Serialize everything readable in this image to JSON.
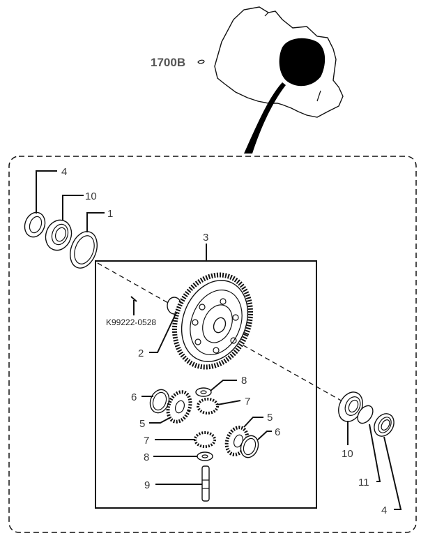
{
  "diagram": {
    "type": "exploded-parts-diagram",
    "assembly_reference": "1700B",
    "inner_box_label": "3",
    "part_labels": [
      {
        "id": "4",
        "part": "oil-seal-left"
      },
      {
        "id": "10",
        "part": "bearing-left"
      },
      {
        "id": "1",
        "part": "ring-left"
      },
      {
        "id": "3",
        "part": "differential-assembly"
      },
      {
        "id": "2",
        "part": "differential-gear-case"
      },
      {
        "id": "8",
        "part": "washer-upper"
      },
      {
        "id": "6",
        "part": "thrust-washer-left"
      },
      {
        "id": "7",
        "part": "pinion-upper"
      },
      {
        "id": "5",
        "part": "side-gear-left"
      },
      {
        "id": "5",
        "part": "side-gear-right"
      },
      {
        "id": "6",
        "part": "thrust-washer-right"
      },
      {
        "id": "7",
        "part": "pinion-lower"
      },
      {
        "id": "8",
        "part": "washer-lower"
      },
      {
        "id": "9",
        "part": "pinion-shaft"
      },
      {
        "id": "10",
        "part": "bearing-right"
      },
      {
        "id": "11",
        "part": "snap-ring"
      },
      {
        "id": "4",
        "part": "oil-seal-right"
      }
    ],
    "tool_callout": "K99222-0528"
  }
}
